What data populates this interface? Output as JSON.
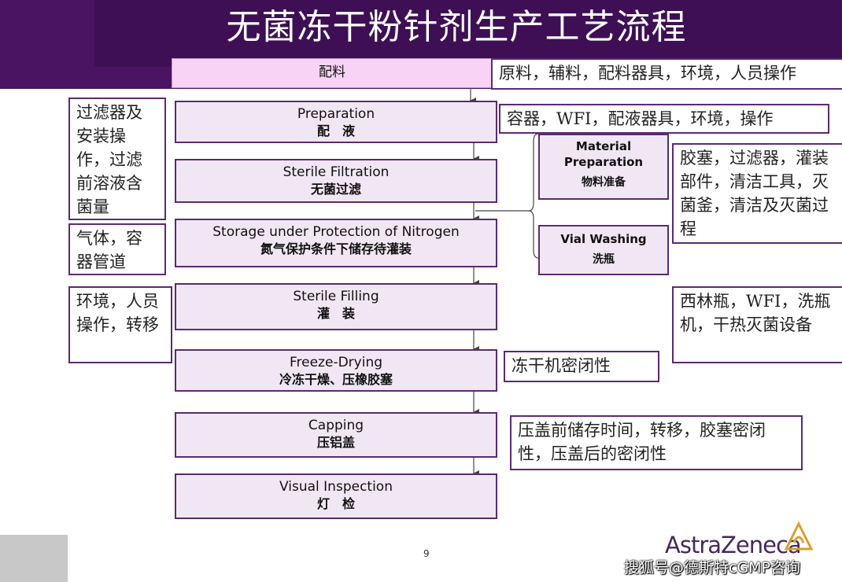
{
  "title": "无菌冻干粉针剂生产工艺流程",
  "steps": [
    {
      "en": "",
      "zh": "配料"
    },
    {
      "en": "Preparation",
      "zh": "配　液"
    },
    {
      "en": "Sterile Filtration",
      "zh": "无菌过滤"
    },
    {
      "en": "Storage under Protection of Nitrogen",
      "zh": "氮气保护条件下储存待灌装"
    },
    {
      "en": "Sterile Filling",
      "zh": "灌　装"
    },
    {
      "en": "Freeze-Drying",
      "zh": "冷冻干燥、压橡胶塞"
    },
    {
      "en": "Capping",
      "zh": "压铝盖"
    },
    {
      "en": "Visual Inspection",
      "zh": "灯　检"
    }
  ],
  "side_steps": [
    {
      "en": "Material Preparation",
      "zh": "物料准备"
    },
    {
      "en": "Vial Washing",
      "zh": "洗瓶"
    }
  ],
  "notes": {
    "raw_materials": "原料，辅料，配料器具，环境，人员操作",
    "preparation": "容器，WFI，配液器具，环境，操作",
    "filter": "过滤器及安装操作，过滤前溶液含菌量",
    "gas": "气体，容器管道",
    "filling": "环境，人员操作，转移",
    "material": "胶塞，过滤器，灌装部件，清洁工具，灭菌釜，清洁及灭菌过程",
    "vial": "西林瓶，WFI，洗瓶机，干热灭菌设备",
    "freeze": "冻干机密闭性",
    "capping": "压盖前储存时间，转移，胶塞密闭性，压盖后的密闭性"
  },
  "page_number": "9",
  "logo": "AstraZeneca",
  "watermark": "搜狐号@德斯特cGMP咨询"
}
